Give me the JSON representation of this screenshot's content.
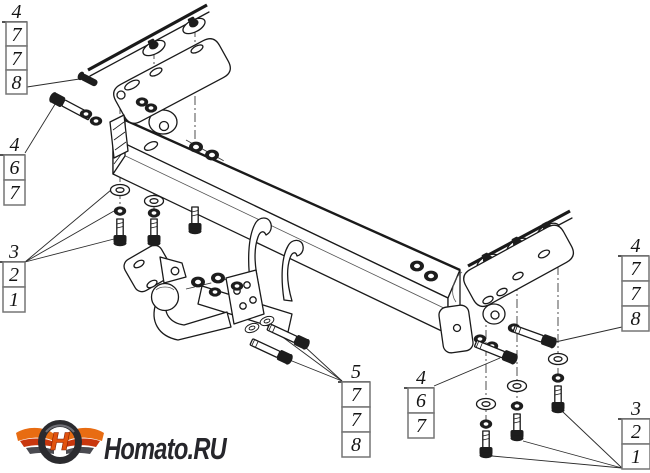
{
  "drawing_type": "exploded-assembly-technical-drawing",
  "callouts": {
    "top_left": {
      "items": [
        "4",
        "7",
        "7",
        "8"
      ]
    },
    "left_upper": {
      "items": [
        "4",
        "6",
        "7"
      ]
    },
    "left_lower": {
      "items": [
        "3",
        "2",
        "1"
      ]
    },
    "bottom_left": {
      "items": [
        "5",
        "7",
        "7",
        "8"
      ]
    },
    "bottom_middle": {
      "items": [
        "4",
        "6",
        "7"
      ]
    },
    "right_upper": {
      "items": [
        "4",
        "7",
        "7",
        "8"
      ]
    },
    "bottom_right": {
      "items": [
        "3",
        "2",
        "1"
      ]
    }
  },
  "logo": {
    "brand": "Homato.RU",
    "emblem_letter": "H"
  },
  "colors": {
    "line": "#1a1a1a",
    "callout_box_border": "#757575",
    "logo_text": "#26262b",
    "logo_wing_orange": "#e86c12",
    "logo_wing_red": "#c9370e",
    "logo_wing_gray": "#4a4a50",
    "logo_wheel_dark": "#2b2b2f",
    "logo_letter_orange": "#e2520e"
  }
}
